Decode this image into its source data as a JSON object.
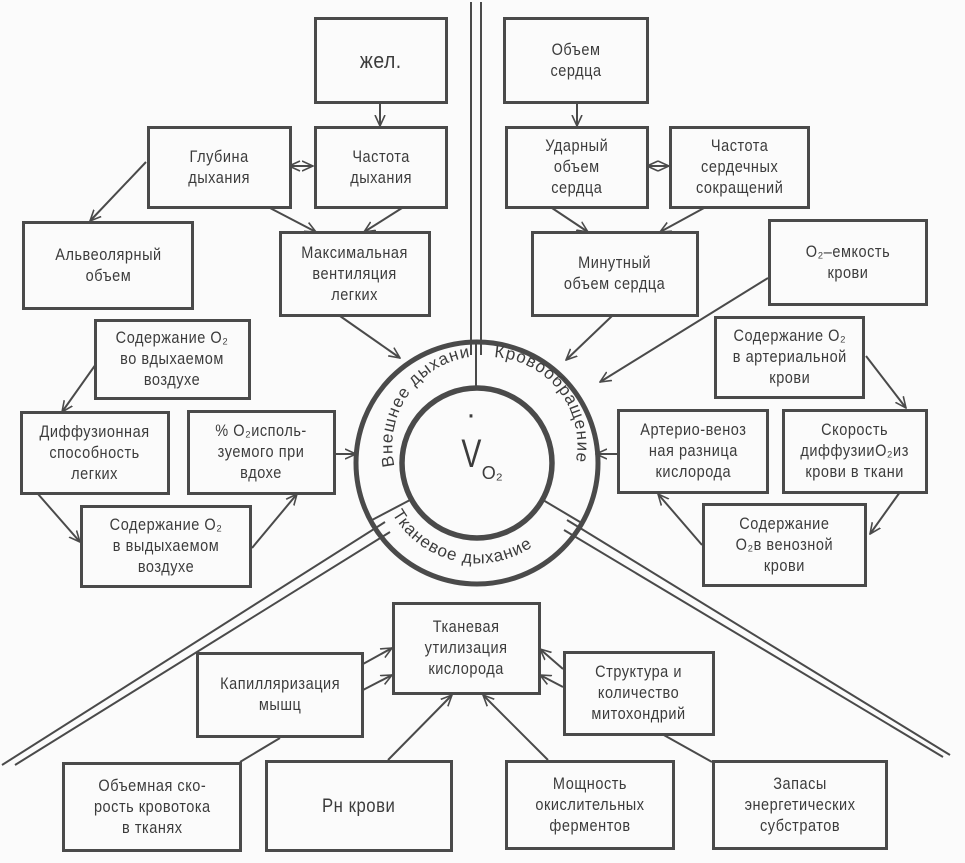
{
  "center": {
    "symbol": "V",
    "subscript": "O₂",
    "dot": "·",
    "ring_labels": {
      "external_respiration": "Внешнее дыхание",
      "circulation": "Кровообращение",
      "tissue_respiration": "Тканевое дыхание"
    }
  },
  "boxes": {
    "zhel": "жел.",
    "breath_depth": "Глубина\nдыхания",
    "breath_rate": "Частота\nдыхания",
    "alveolar_volume": "Альвеолярный\nобъем",
    "max_ventilation": "Максимальная\nвентиляция\nлегких",
    "o2_inhaled": "Содержание O₂\nво вдыхаемом\nвоздухе",
    "diffusion_capacity": "Диффузионная\nспособность\nлегких",
    "o2_used_percent": "% O₂исполь-\nзуемого при\nвдохе",
    "o2_exhaled": "Содержание O₂\nв выдыхаемом\nвоздухе",
    "heart_volume": "Объем\nсердца",
    "stroke_volume": "Ударный\nобъем\nсердца",
    "heart_rate": "Частота\nсердечных\nсокращений",
    "minute_volume": "Минутный\nобъем сердца",
    "o2_capacity": "O₂–емкость\nкрови",
    "o2_arterial": "Содержание O₂\nв артериальной\nкрови",
    "av_difference": "Артерио-веноз\nная разница\nкислорода",
    "o2_diffusion_rate": "Скорость\nдиффузииO₂из\nкрови в ткани",
    "o2_venous": "Содержание\nO₂в венозной\nкрови",
    "tissue_utilization": "Тканевая\nутилизация\nкислорода",
    "capillarization": "Капилляризация\nмышц",
    "mitochondria": "Структура и\nколичество\nмитохондрий",
    "blood_flow": "Объемная ско-\nрость кровотока\nв тканях",
    "blood_ph": "Pн крови",
    "oxidative_enzymes": "Мощность\nокислительных\nферментов",
    "energy_substrates": "Запасы\nэнергетических\nсубстратов"
  },
  "colors": {
    "line": "#4a4a4a",
    "background": "#fbfbfb",
    "text": "#3c3c3c"
  }
}
